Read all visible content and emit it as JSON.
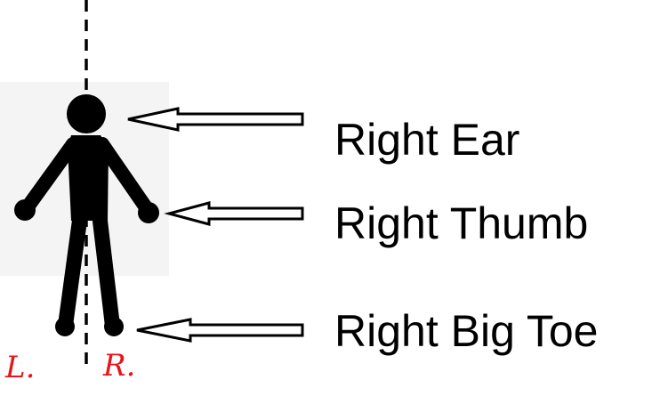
{
  "diagram": {
    "labels": {
      "ear": "Right Ear",
      "thumb": "Right Thumb",
      "big_toe": "Right Big Toe"
    },
    "side_marks": {
      "left": "L.",
      "right": "R."
    },
    "colors": {
      "figure": "#000000",
      "arrow_fill": "#ffffff",
      "arrow_stroke": "#000000",
      "handwriting": "#e8141c",
      "backdrop": "#f4f4f4"
    }
  }
}
